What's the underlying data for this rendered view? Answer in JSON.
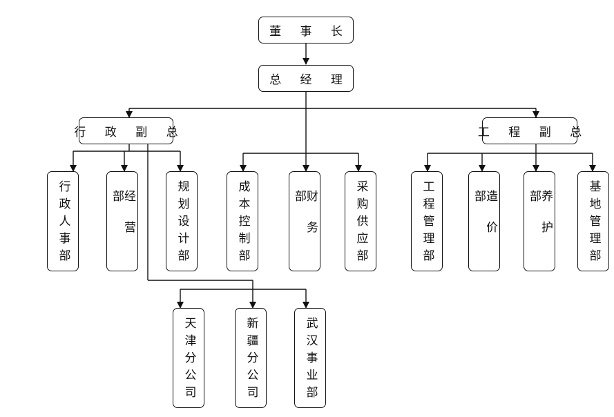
{
  "org_chart": {
    "chairman": "董 事 长",
    "general_manager": "总 经 理",
    "admin_vp": "行 政 副 总",
    "engineering_vp": "工 程 副 总",
    "departments": {
      "admin_hr": "行政人事部",
      "business": "经营部",
      "planning_design": "规划设计部",
      "cost_control": "成本控制部",
      "finance": "财务部",
      "procurement": "采购供应部",
      "engineering_mgmt": "工程管理部",
      "costing": "造价部",
      "maintenance": "养护部",
      "base_mgmt": "基地管理部",
      "tianjin_branch": "天津分公司",
      "xinjiang_branch": "新疆分公司",
      "wuhan_division": "武汉事业部"
    }
  }
}
